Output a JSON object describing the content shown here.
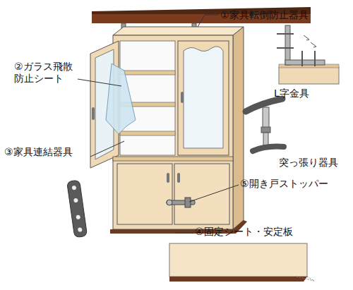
{
  "diagram": {
    "labels": [
      "①家具転倒防止器具",
      "②ガラス飛散 防止シート",
      "L字金具",
      "突っ張り器具",
      "③家具連結器具",
      "⑤開き戸ストッパー",
      "④固定シート・安定板"
    ]
  }
}
